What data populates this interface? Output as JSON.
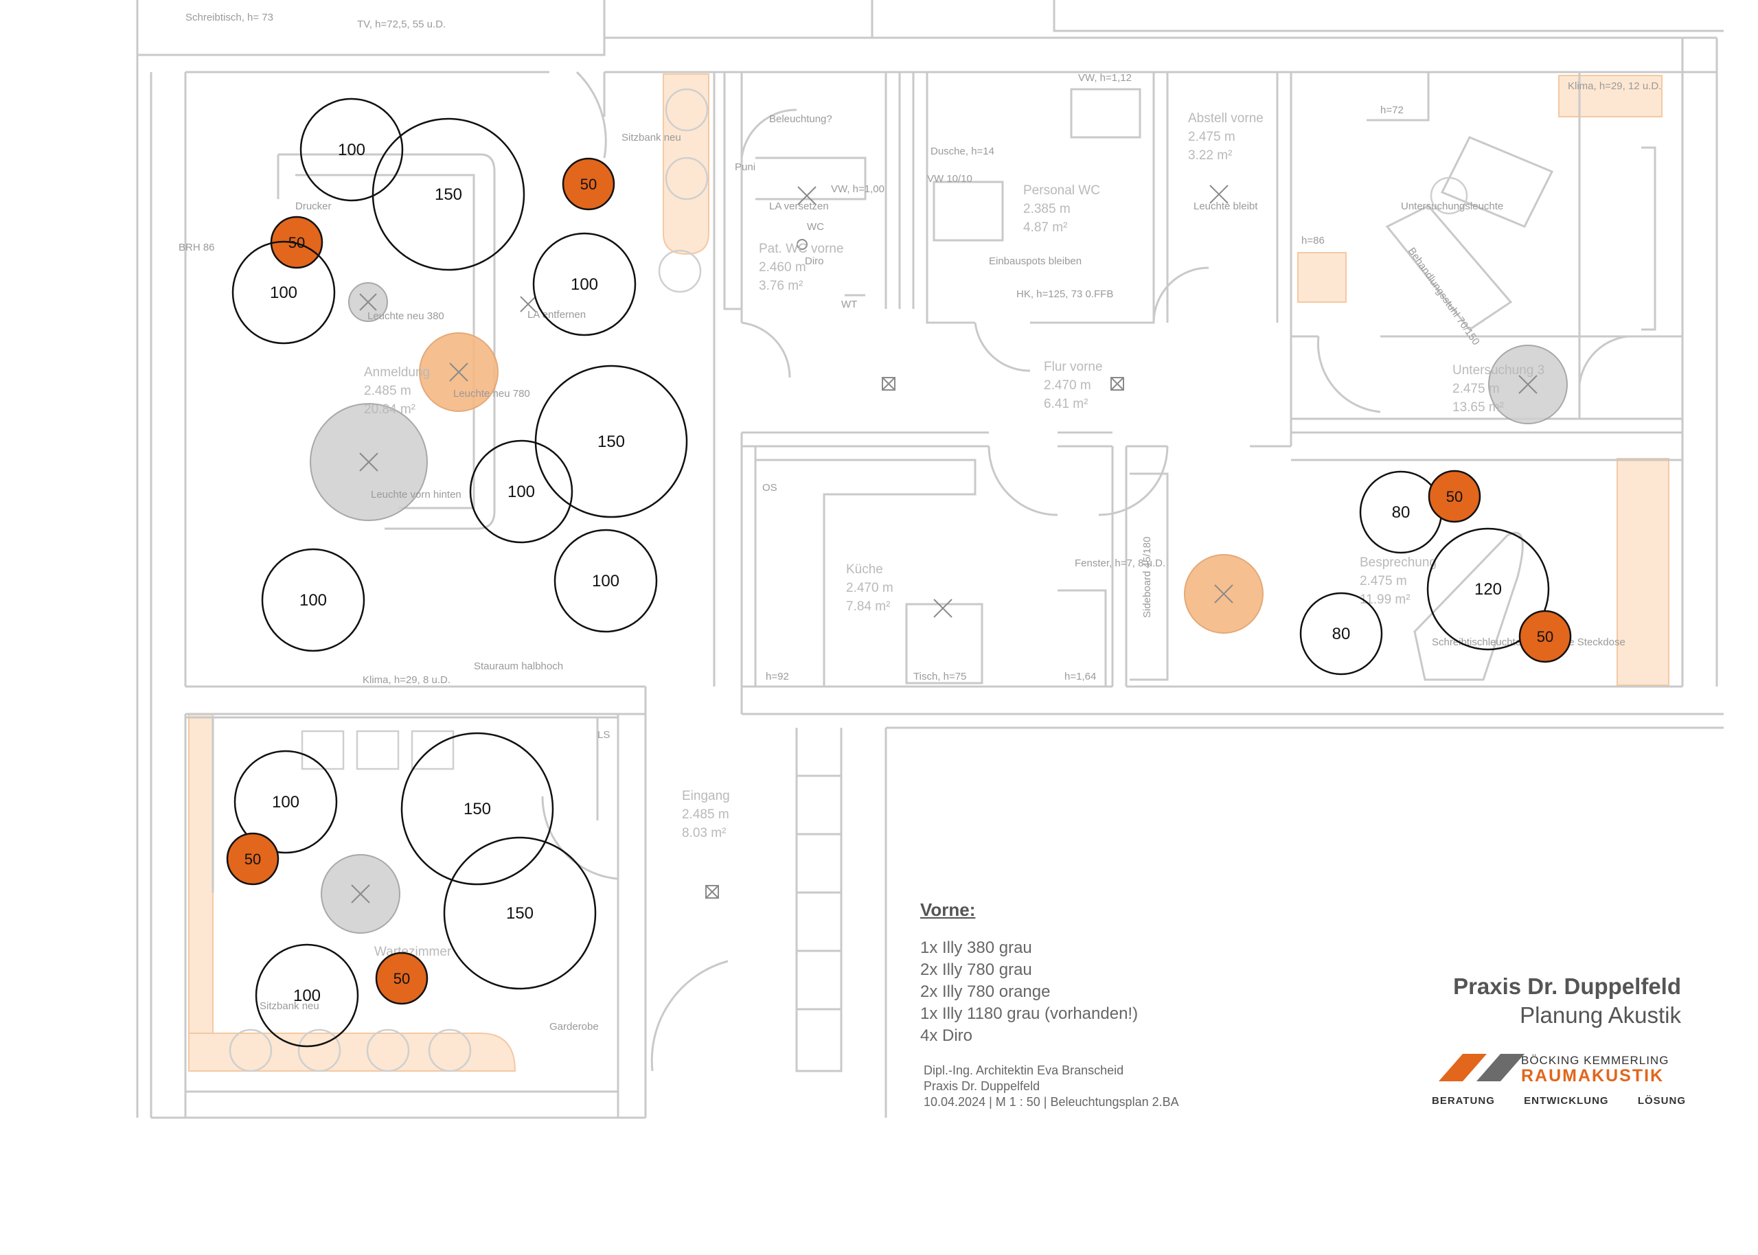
{
  "colors": {
    "wall": "#c9c9c9",
    "room_text": "#b9b9b9",
    "bench_fill": "#fde7d2",
    "absorber_white": "#ffffff",
    "absorber_orange": "#e2661c",
    "lamp_orange": "#f6b985",
    "lamp_grey": "#cfcfcf",
    "logo_orange": "#e2661c",
    "logo_grey": "#6b6b6b"
  },
  "room_labels": [
    {
      "name": "Anmeldung",
      "h": "2.485 m",
      "a": "20.84 m²"
    },
    {
      "name": "Pat. WC vorne",
      "h": "2.460 m",
      "a": "3.76 m²"
    },
    {
      "name": "Personal WC",
      "h": "2.385 m",
      "a": "4.87 m²"
    },
    {
      "name": "Abstell vorne",
      "h": "2.475 m",
      "a": "3.22 m²"
    },
    {
      "name": "Flur vorne",
      "h": "2.470 m",
      "a": "6.41 m²"
    },
    {
      "name": "Untersuchung 3",
      "h": "2.475 m",
      "a": "13.65 m²"
    },
    {
      "name": "Küche",
      "h": "2.470 m",
      "a": "7.84 m²"
    },
    {
      "name": "Besprechung",
      "h": "2.475 m",
      "a": "11.99 m²"
    },
    {
      "name": "Eingang",
      "h": "2.485 m",
      "a": "8.03 m²"
    },
    {
      "name": "Wartezimmer",
      "h": "",
      "a": ""
    }
  ],
  "plan_notes": [
    "Schreibtisch, h= 73",
    "TV, h=72,5, 55 u.D.",
    "Sitzbank neu",
    "Beleuchtung?",
    "Puni",
    "VW, h=1,00",
    "LA versetzen",
    "WC",
    "Diro",
    "WT",
    "Dusche, h=14",
    "VW 10/10",
    "VW, h=1,12",
    "Einbauspots bleiben",
    "HK, h=125, 73 0.FFB",
    "Leuchte bleibt",
    "Klima, h=29, 12 u.D.",
    "h=72",
    "h=86",
    "Untersuchungsleuchte",
    "Behandlungsstuhl 70/150",
    "Drucker",
    "BRH 86",
    "Leuchte neu 380",
    "LA entfernen",
    "Leuchte neu 780",
    "Leuchte vorn hinten",
    "Klima, h=29, 8 u.D.",
    "Stauraum halbhoch",
    "OS",
    "h=92",
    "Tisch, h=75",
    "h=1,64",
    "Fenster, h=7, 8 u.D.",
    "Sideboard 45/180",
    "Schreibtischleuchte, schaltbare Steckdose",
    "LS",
    "Garderobe",
    "Sitzbank neu"
  ],
  "absorbers": [
    {
      "size": "100",
      "color": "white"
    },
    {
      "size": "150",
      "color": "white"
    },
    {
      "size": "50",
      "color": "orange"
    },
    {
      "size": "50",
      "color": "orange"
    },
    {
      "size": "100",
      "color": "white"
    },
    {
      "size": "100",
      "color": "white"
    },
    {
      "size": "150",
      "color": "white"
    },
    {
      "size": "100",
      "color": "white"
    },
    {
      "size": "100",
      "color": "white"
    },
    {
      "size": "100",
      "color": "white"
    },
    {
      "size": "80",
      "color": "white"
    },
    {
      "size": "50",
      "color": "orange"
    },
    {
      "size": "120",
      "color": "white"
    },
    {
      "size": "80",
      "color": "white"
    },
    {
      "size": "50",
      "color": "orange"
    },
    {
      "size": "100",
      "color": "white"
    },
    {
      "size": "50",
      "color": "orange"
    },
    {
      "size": "150",
      "color": "white"
    },
    {
      "size": "150",
      "color": "white"
    },
    {
      "size": "100",
      "color": "white"
    },
    {
      "size": "50",
      "color": "orange"
    }
  ],
  "legend": {
    "title": "Vorne:",
    "lines": [
      "1x Illy 380 grau",
      "2x Illy 780 grau",
      "2x Illy 780 orange",
      "1x Illy 1180 grau (vorhanden!)",
      "4x Diro"
    ]
  },
  "credits": [
    "Dipl.-Ing. Architektin Eva Branscheid",
    "Praxis Dr. Duppelfeld",
    "10.04.2024 | M 1 : 50 | Beleuchtungsplan 2.BA"
  ],
  "titleblock": {
    "title": "Praxis Dr. Duppelfeld",
    "subtitle": "Planung Akustik"
  },
  "logo": {
    "top": "BÖCKING KEMMERLING",
    "brand": "RAUMAKUSTIK",
    "tags": [
      "BERATUNG",
      "ENTWICKLUNG",
      "LÖSUNG"
    ]
  }
}
